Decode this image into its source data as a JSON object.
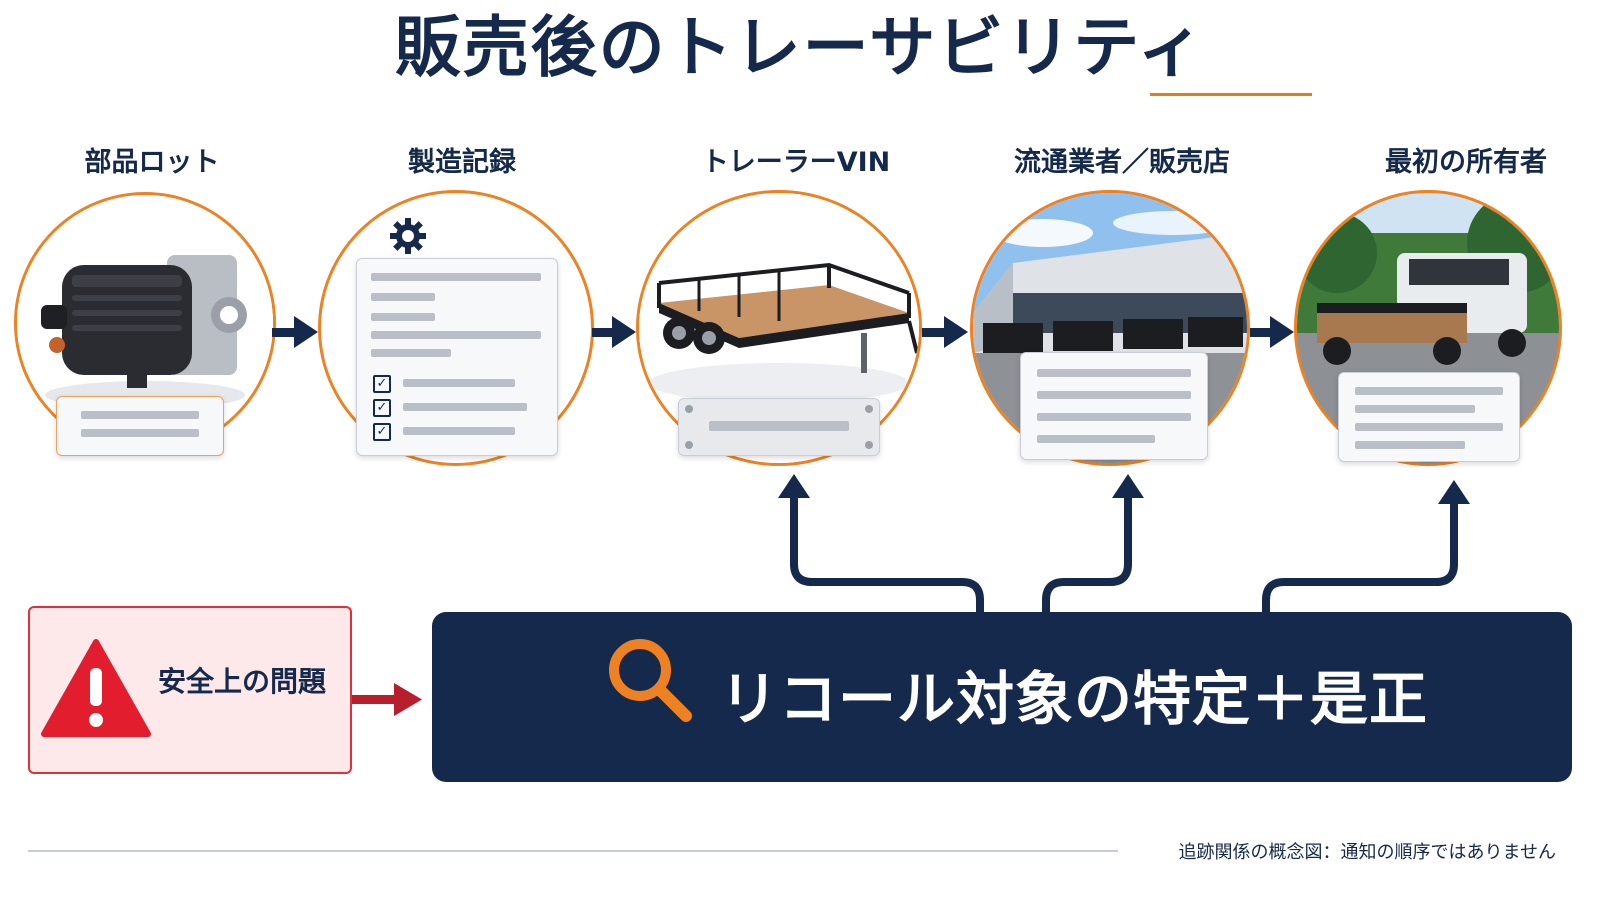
{
  "title": "販売後のトレーサビリティ",
  "steps": [
    {
      "label": "部品ロット",
      "icon": "engine-part-icon"
    },
    {
      "label": "製造記録",
      "icon": "document-gear-icon"
    },
    {
      "label": "トレーラーVIN",
      "icon": "trailer-icon"
    },
    {
      "label": "流通業者／販売店",
      "icon": "dealership-icon"
    },
    {
      "label": "最初の所有者",
      "icon": "truck-trailer-icon"
    }
  ],
  "issue": {
    "label": "安全上の問題",
    "icon": "warning-icon"
  },
  "recall": {
    "label": "リコール対象の特定＋是正",
    "icon": "search-icon"
  },
  "footnote": "追跡関係の概念図：通知の順序ではありません",
  "colors": {
    "navy": "#14294b",
    "orange": "#ee8122",
    "red": "#e0303a"
  }
}
